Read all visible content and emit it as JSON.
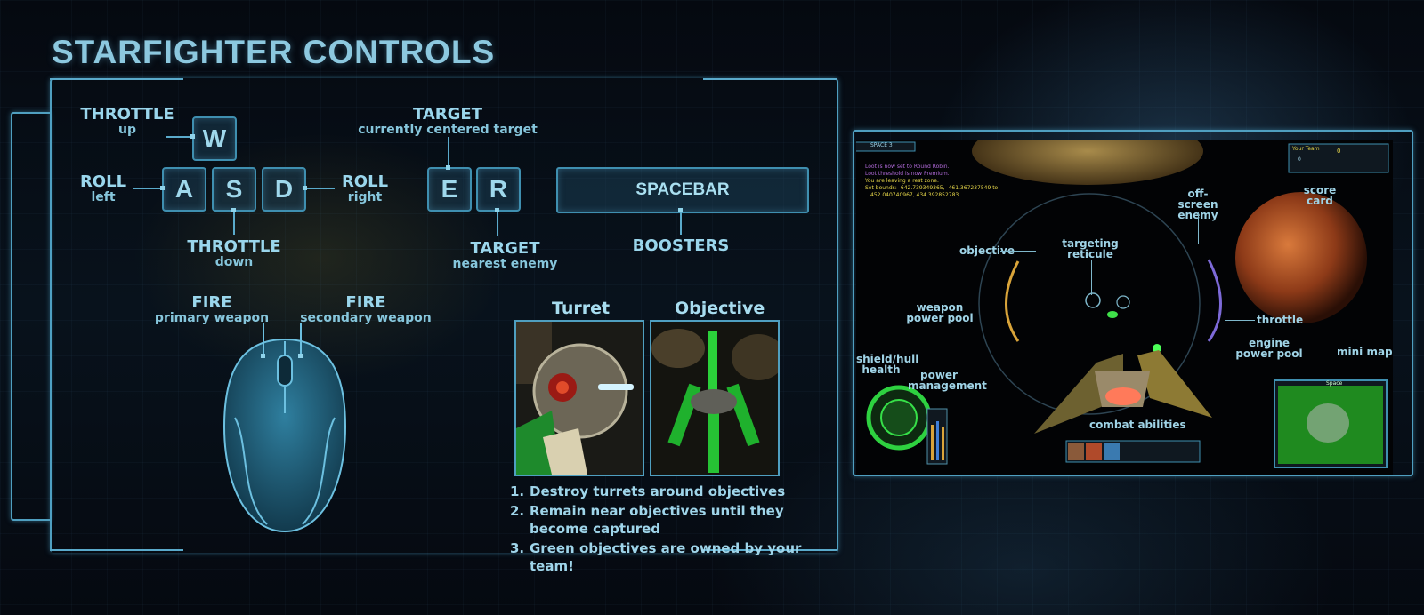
{
  "title": "STARFIGHTER CONTROLS",
  "keys": {
    "w": "W",
    "a": "A",
    "s": "S",
    "d": "D",
    "e": "E",
    "r": "R",
    "spacebar": "SPACEBAR"
  },
  "labels": {
    "throttle_up": {
      "main": "THROTTLE",
      "sub": "up"
    },
    "roll_left": {
      "main": "ROLL",
      "sub": "left"
    },
    "roll_right": {
      "main": "ROLL",
      "sub": "right"
    },
    "throttle_down": {
      "main": "THROTTLE",
      "sub": "down"
    },
    "target_centered": {
      "main": "TARGET",
      "sub": "currently centered target"
    },
    "target_nearest": {
      "main": "TARGET",
      "sub": "nearest enemy"
    },
    "boosters": {
      "main": "BOOSTERS"
    },
    "fire_primary": {
      "main": "FIRE",
      "sub": "primary weapon"
    },
    "fire_secondary": {
      "main": "FIRE",
      "sub": "secondary weapon"
    }
  },
  "images": {
    "turret": "Turret",
    "objective": "Objective"
  },
  "steps": [
    {
      "n": "1.",
      "text": "Destroy turrets around objectives"
    },
    {
      "n": "2.",
      "text": "Remain near objectives until they become captured"
    },
    {
      "n": "3.",
      "text": "Green objectives are owned by your team!"
    }
  ],
  "hud": {
    "objective": "objective",
    "targeting_reticule": "targeting reticule",
    "off_screen_enemy": "off-screen enemy",
    "score_card": "score card",
    "weapon_power_pool": "weapon power pool",
    "throttle": "throttle",
    "engine_power_pool": "engine power pool",
    "shield_hull_health": "shield/hull health",
    "power_management": "power management",
    "combat_abilities": "combat abilities",
    "mini_map": "mini map",
    "space_tag": "SPACE 3",
    "chat_lines": [
      "Loot is now set to Round Robin.",
      "Loot threshold is now Premium.",
      "You are leaving a rest zone.",
      "Set bounds: -642.739349365, -461.367237549 to",
      "452.040740967, 434.392852783"
    ],
    "team_label": "Your Team",
    "team_score": "0",
    "enemy_score": "0",
    "map_title": "Space"
  },
  "colors": {
    "accent": "#4f9fc0",
    "text": "#8fd3ea",
    "chat_purple": "#b06ad8",
    "chat_yellow": "#e8d84a",
    "map_green": "#1f8a1f"
  }
}
